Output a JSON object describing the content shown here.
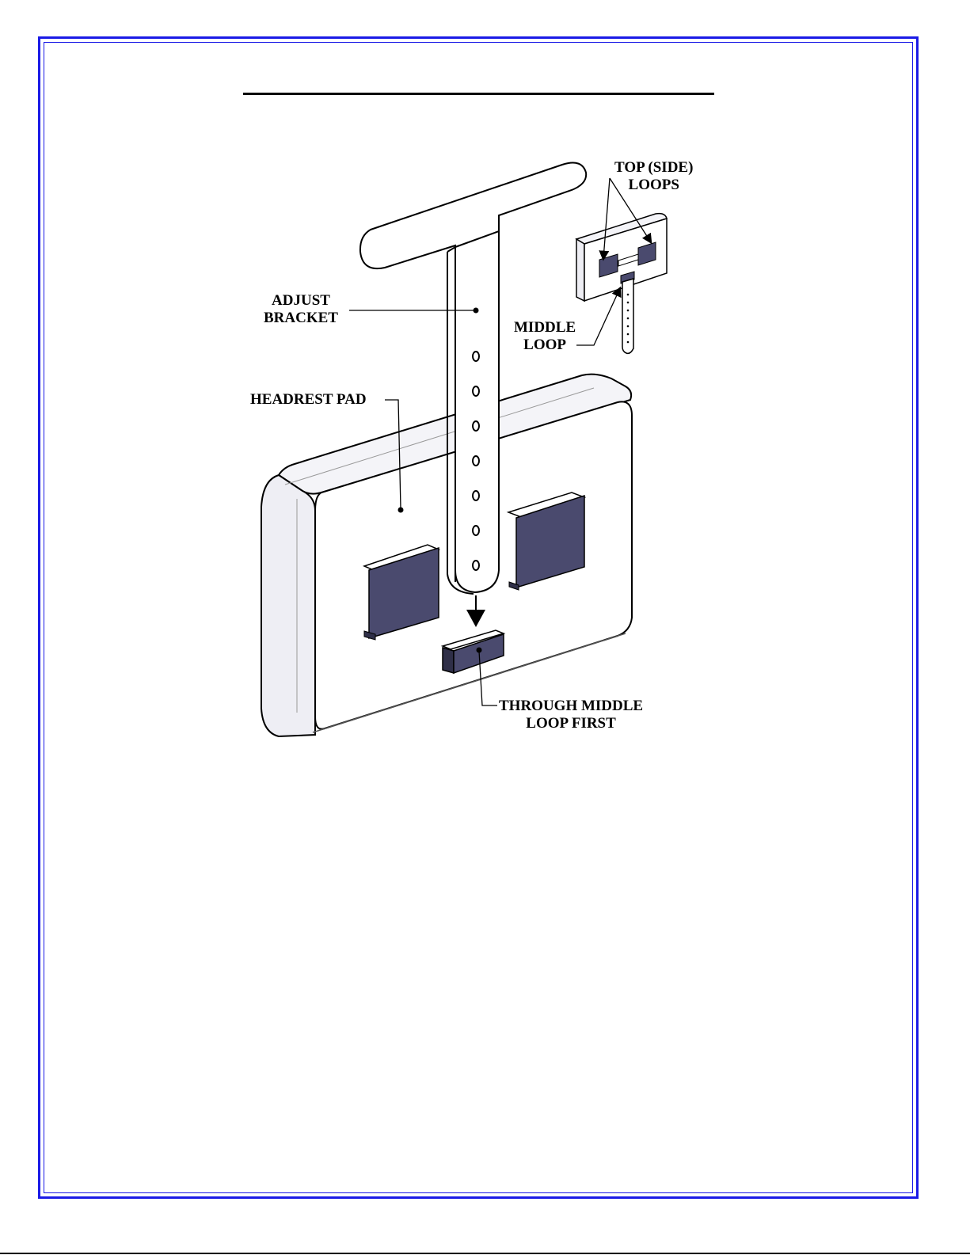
{
  "colors": {
    "frame": "#1a1ae6",
    "loop_fill": "#4a4a6e",
    "pad_fill": "#ffffff",
    "outline": "#000000"
  },
  "labels": {
    "top_side_loops": [
      "TOP (SIDE)",
      "LOOPS"
    ],
    "adjust_bracket": [
      "ADJUST",
      "BRACKET"
    ],
    "middle_loop": [
      "MIDDLE",
      "LOOP"
    ],
    "headrest_pad": "HEADREST PAD",
    "through_middle_loop_first": [
      "THROUGH MIDDLE",
      "LOOP FIRST"
    ]
  }
}
